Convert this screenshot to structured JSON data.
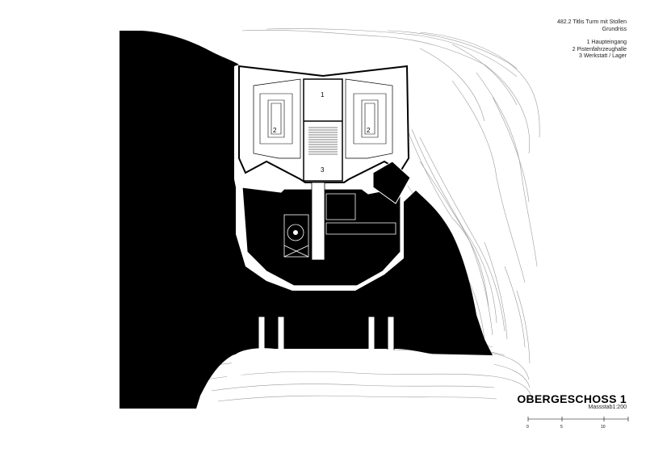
{
  "header": {
    "project": "482.2 Titlis Turm mit Stollen",
    "drawing": "Grundriss"
  },
  "legend": {
    "items": [
      "1 Haupteingang",
      "2 Pistenfahrzeughalle",
      "3 Werkstatt / Lager"
    ]
  },
  "floor": {
    "title": "OBERGESCHOSS 1",
    "scale": "Massstab1:200"
  },
  "scalebar": {
    "ticks": [
      "0",
      "5",
      "10"
    ]
  },
  "rooms": {
    "r1": "1",
    "r2a": "2",
    "r2b": "2",
    "r3": "3"
  },
  "colors": {
    "ink": "#000000",
    "paper": "#ffffff",
    "contour": "#9a9a9a"
  }
}
